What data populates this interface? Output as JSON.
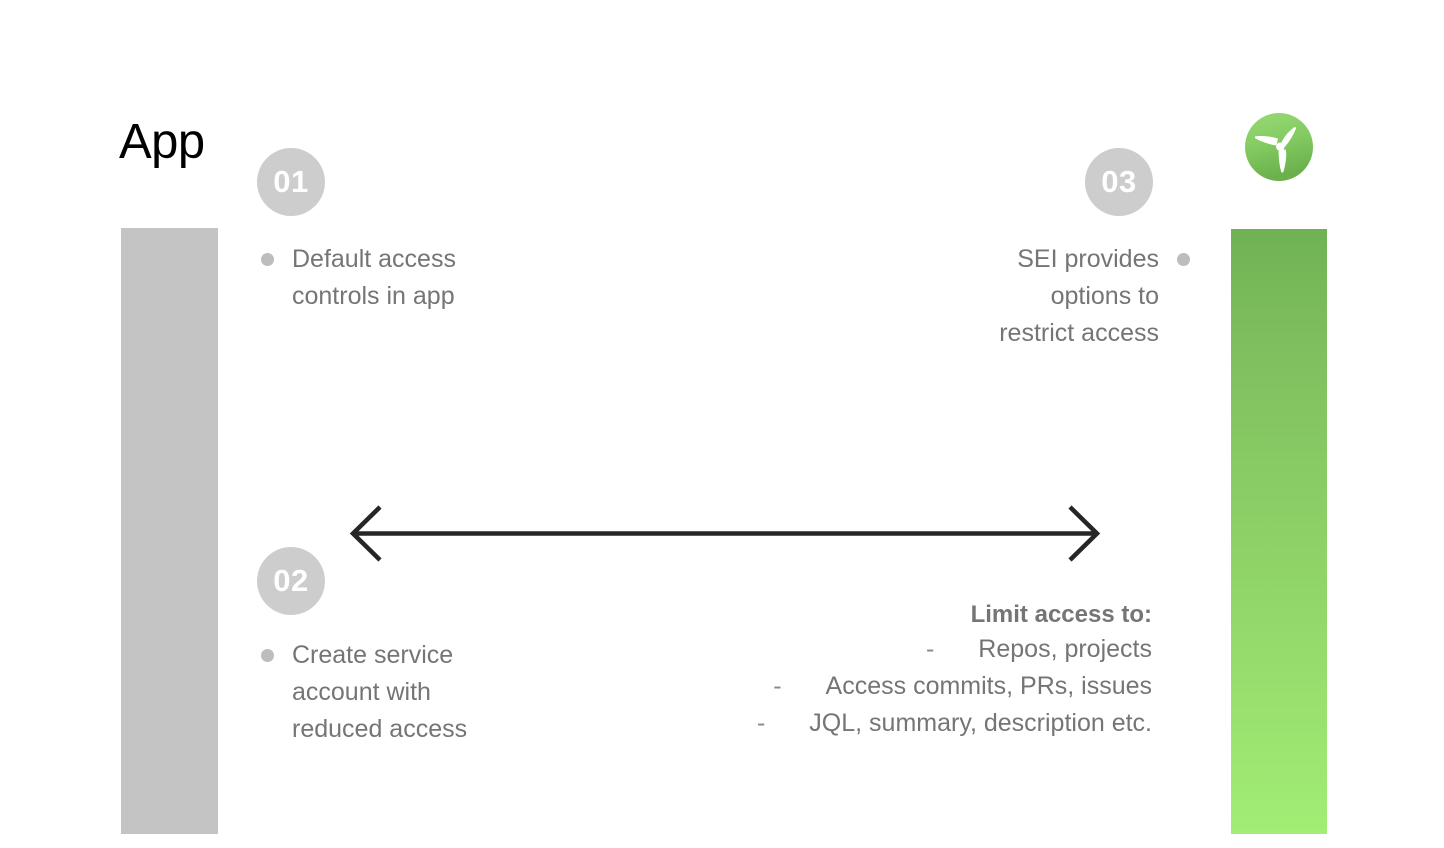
{
  "slide": {
    "title": "App",
    "background_color": "#ffffff"
  },
  "logo": {
    "name": "harness-sei-propeller-logo",
    "circle_color_top": "#8ed36a",
    "circle_color_bottom": "#6fb54f",
    "blade_color": "#ffffff"
  },
  "bars": {
    "left": {
      "name": "left-gray-bar",
      "color": "#c4c4c4"
    },
    "right": {
      "name": "right-green-bar",
      "gradient_top": "#6fb254",
      "gradient_bottom": "#a1ee74"
    }
  },
  "steps": [
    {
      "number": "01",
      "text": "Default access\ncontrols in app",
      "align": "left",
      "bullet_color": "#bdbdbd"
    },
    {
      "number": "02",
      "text": "Create service\naccount with\nreduced access",
      "align": "left",
      "bullet_color": "#bdbdbd"
    },
    {
      "number": "03",
      "text": "SEI provides\noptions to\nrestrict access",
      "align": "right",
      "bullet_color": "#bdbdbd"
    }
  ],
  "arrow": {
    "name": "bidirectional-arrow",
    "color": "#262626",
    "direction": "both"
  },
  "limit_access": {
    "heading": "Limit access to:",
    "dash": "-",
    "items": [
      "Repos, projects",
      "Access commits, PRs, issues",
      "JQL, summary, description etc."
    ],
    "text_color": "#757575"
  }
}
